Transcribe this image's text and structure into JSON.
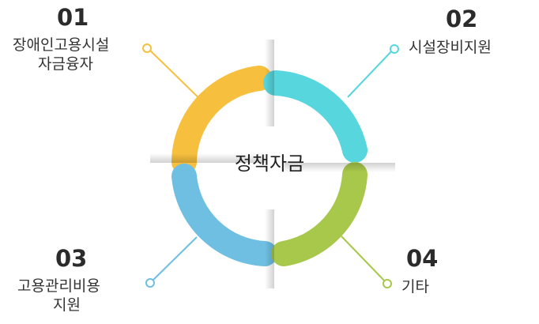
{
  "center": {
    "title": "정책자금"
  },
  "segments": [
    {
      "number": "01",
      "label_lines": [
        "장애인고용시설",
        "자금융자"
      ],
      "color": "#f6bf3e"
    },
    {
      "number": "02",
      "label_lines": [
        "시설장비지원"
      ],
      "color": "#57d6de"
    },
    {
      "number": "03",
      "label_lines": [
        "고용관리비용",
        "지원"
      ],
      "color": "#6ebfe2"
    },
    {
      "number": "04",
      "label_lines": [
        "기타"
      ],
      "color": "#a8c84b"
    }
  ],
  "colors": {
    "text": "#333333",
    "number": "#2b2b2b"
  }
}
